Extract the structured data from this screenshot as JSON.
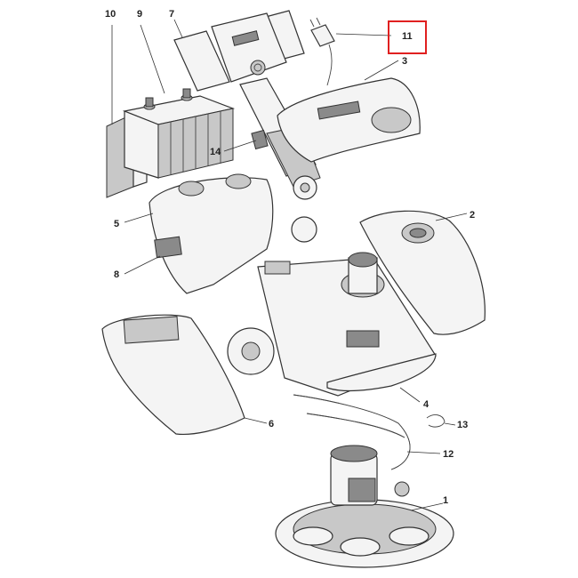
{
  "callouts": [
    {
      "id": "p1",
      "label": "1"
    },
    {
      "id": "p2",
      "label": "2"
    },
    {
      "id": "p3",
      "label": "3"
    },
    {
      "id": "p4",
      "label": "4"
    },
    {
      "id": "p5",
      "label": "5"
    },
    {
      "id": "p6",
      "label": "6"
    },
    {
      "id": "p7",
      "label": "7"
    },
    {
      "id": "p8",
      "label": "8"
    },
    {
      "id": "p9",
      "label": "9"
    },
    {
      "id": "p10",
      "label": "10"
    },
    {
      "id": "p11",
      "label": "11"
    },
    {
      "id": "p12",
      "label": "12"
    },
    {
      "id": "p13",
      "label": "13"
    },
    {
      "id": "p14",
      "label": "14"
    }
  ],
  "highlight": {
    "callout_label": "11",
    "color": "#e02020"
  },
  "colors": {
    "line": "#333333",
    "fill": "#f4f4f4",
    "shade": "#8a8a8a"
  }
}
